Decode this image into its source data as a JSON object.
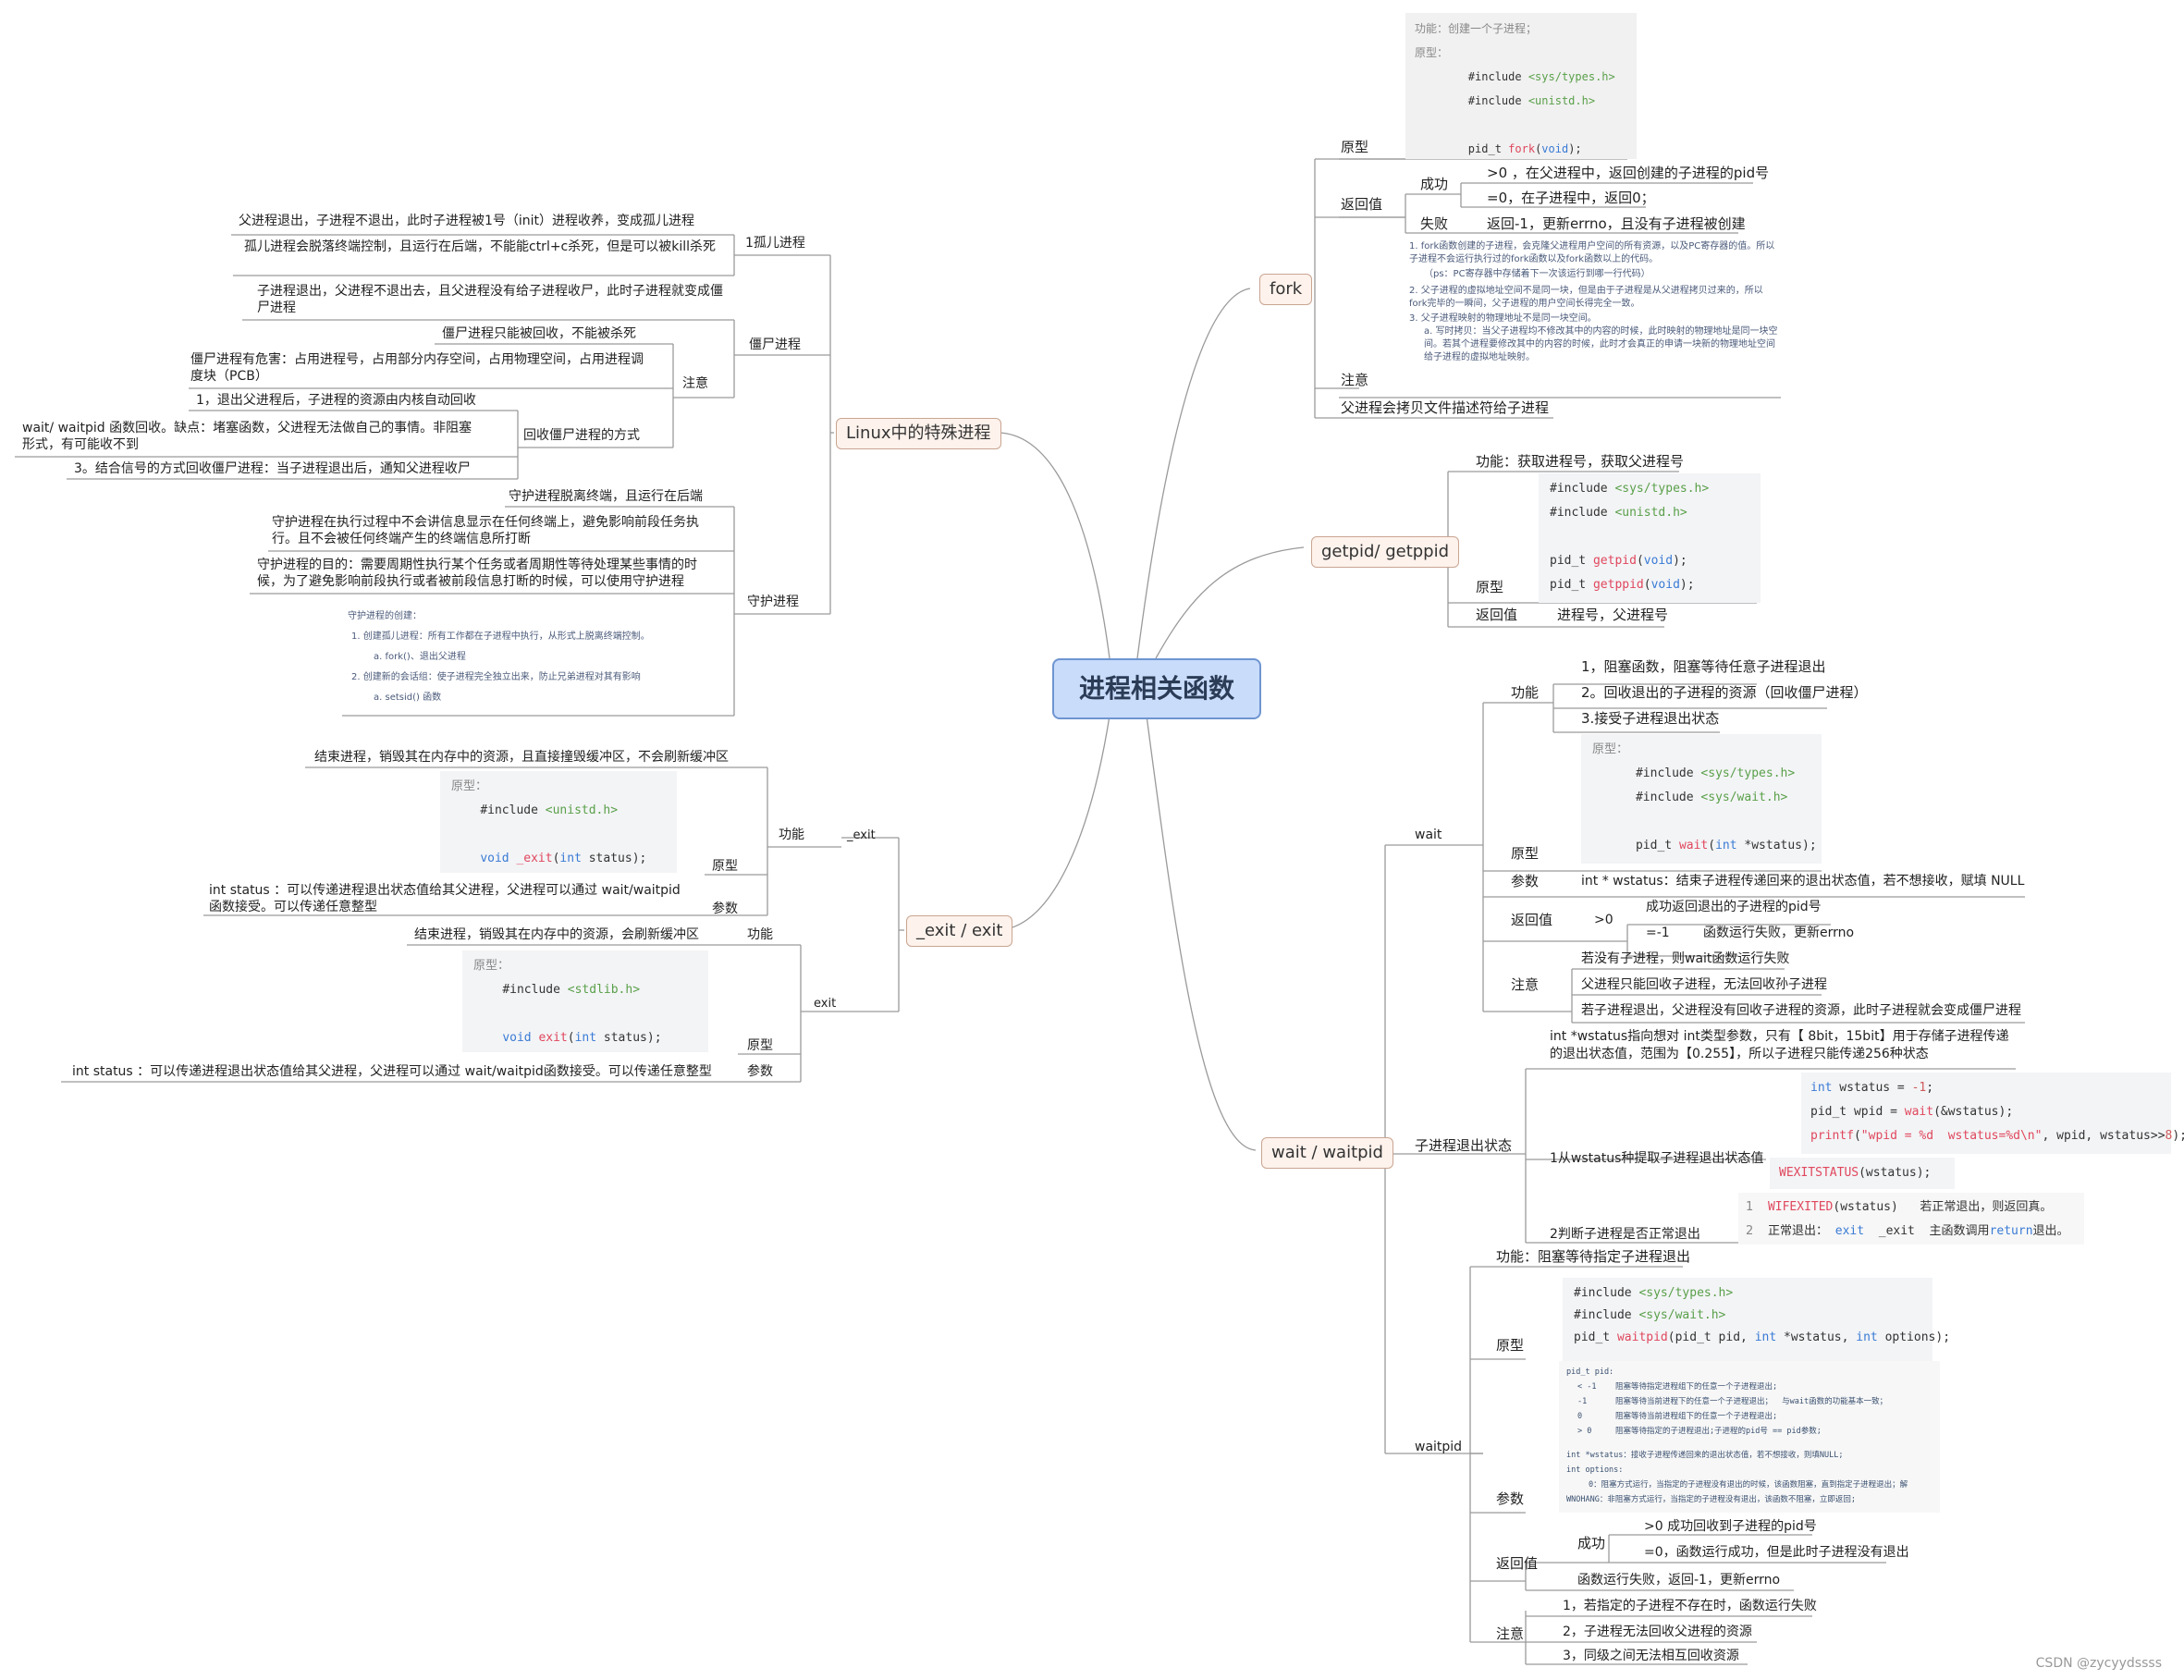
{
  "root": {
    "title": "进程相关函数"
  },
  "fork": {
    "label": "fork",
    "proto_box": {
      "func": "功能：创建一个子进程；",
      "proto": "原型：",
      "inc1": "#include ",
      "inc1_h": "<sys/types.h>",
      "inc2": "#include ",
      "inc2_h": "<unistd.h>",
      "sig_a": "pid_t ",
      "sig_fn": "fork",
      "sig_p": "(",
      "sig_v": "void",
      "sig_e": ");"
    },
    "proto_label": "原型",
    "retval_label": "返回值",
    "success_label": "成功",
    "success_1": ">0 ，在父进程中，返回创建的子进程的pid号",
    "success_2": "=0，在子进程中，返回0；",
    "fail_label": "失败",
    "fail_1": "返回-1，更新errno，且没有子进程被创建",
    "note_label": "注意",
    "notes": {
      "n1": "1. fork函数创建的子进程，会克隆父进程用户空间的所有资源，以及PC寄存器的值。所以子进程不会运行执行过的fork函数以及fork函数以上的代码。",
      "n1b": "（ps：PC寄存器中存储着下一次该运行到哪一行代码）",
      "n2": "2. 父子进程的虚拟地址空间不是同一块，但是由于子进程是从父进程拷贝过来的，所以fork完毕的一瞬间，父子进程的用户空间长得完全一致。",
      "n3": "3. 父子进程映射的物理地址不是同一块空间。",
      "n3a": "a. 写时拷贝：当父子进程均不修改其中的内容的时候，此时映射的物理地址是同一块空间。若其个进程要修改其中的内容的时候，此时才会真正的申请一块新的物理地址空间给子进程的虚拟地址映射。"
    },
    "copy_fd": "父进程会拷贝文件描述符给子进程"
  },
  "getpid": {
    "label": "getpid/ getppid",
    "func": "功能：获取进程号，获取父进程号",
    "code": {
      "inc1": "#include ",
      "inc1_h": "<sys/types.h>",
      "inc2": "#include ",
      "inc2_h": "<unistd.h>",
      "s1a": "pid_t ",
      "s1fn": "getpid",
      "s1v": "void",
      "s2a": "pid_t ",
      "s2fn": "getppid",
      "s2v": "void"
    },
    "proto_label": "原型",
    "retval_label": "返回值",
    "retval": "进程号，父进程号"
  },
  "wait": {
    "label": "wait / waitpid",
    "wait_label": "wait",
    "func_label": "功能",
    "func_1": "1，阻塞函数，阻塞等待任意子进程退出",
    "func_2": "2。回收退出的子进程的资源（回收僵尸进程）",
    "func_3": "3.接受子进程退出状态",
    "proto_label": "原型",
    "code": {
      "head": "原型：",
      "inc1": "#include ",
      "inc1_h": "<sys/types.h>",
      "inc2": "#include ",
      "inc2_h": "<sys/wait.h>",
      "sa": "pid_t ",
      "sfn": "wait",
      "sk": "int",
      "sb": " *wstatus);"
    },
    "param_label": "参数",
    "param": "int * wstatus：结束子进程传递回来的退出状态值，若不想接收，赋填 NULL",
    "retval_label": "返回值",
    "gt0": ">0",
    "ret_ok": "成功返回退出的子进程的pid号",
    "ret_m1": "=-1",
    "ret_fail": "函数运行失败，更新errno",
    "note_label": "注意",
    "note_1": "若没有子进程，则wait函数运行失败",
    "note_2": "父进程只能回收子进程，无法回收孙子进程",
    "note_3": "若子进程退出，父进程没有回收子进程的资源，此时子进程就会变成僵尸进程",
    "status_label": "子进程退出状态",
    "status_desc": "int *wstatus指向想对 int类型参数，只有【 8bit，15bit】用于存储子进程传递的退出状态值，范围为【0.255】，所以子进程只能传递256种状态",
    "extract_label": "1从wstatus种提取子进程退出状态值",
    "ex_code": {
      "l1a": "int",
      "l1b": " wstatus = ",
      "l1c": "-1",
      "l1d": ";",
      "l2a": "pid_t wpid = ",
      "l2b": "wait",
      "l2c": "(&wstatus);",
      "l3a": "printf",
      "l3b": "(",
      "l3c": "\"wpid = %d  wstatus=%d\\n\"",
      "l3d": ", wpid, wstatus>>",
      "l3e": "8",
      "l3f": ");"
    },
    "wexit": "WEXITSTATUS",
    "wexit_b": "(wstatus);",
    "judge_label": "2判断子进程是否正常退出",
    "judge_1n": "1",
    "judge_1a": "WIFEXITED",
    "judge_1b": "(wstatus)",
    "judge_1c": "若正常退出，则返回真。",
    "judge_2n": "2",
    "judge_2a": "正常退出：",
    "judge_2b": "exit",
    "judge_2c": "_exit",
    "judge_2d": "主函数调用",
    "judge_2e": "return",
    "judge_2f": "退出。",
    "waitpid_label": "waitpid",
    "wp_func": "功能：阻塞等待指定子进程退出",
    "wp_proto_label": "原型",
    "wp_code": {
      "inc1": "#include ",
      "inc1_h": "<sys/types.h>",
      "inc2": "#include ",
      "inc2_h": "<sys/wait.h>",
      "sa": "pid_t ",
      "sfn": "waitpid",
      "sb": "(pid_t pid, ",
      "sk1": "int",
      "sc": " *wstatus, ",
      "sk2": "int",
      "sd": " options);"
    },
    "wp_param_label": "参数",
    "wp_params": {
      "p0": "pid_t pid:",
      "p1": "< -1    阻塞等待指定进程组下的任意一个子进程退出;",
      "p2": "-1      阻塞等待当前进程下的任意一个子进程退出；  与wait函数的功能基本一致；",
      "p3": "0       阻塞等待当前进程组下的任意一个子进程退出;",
      "p4": "> 0     阻塞等待指定的子进程退出;子进程的pid号 == pid参数;",
      "p5": "int *wstatus：接收子进程传递回来的退出状态值，若不想接收，则填NULL;",
      "p6": "int options:",
      "p7": "0：阻塞方式运行，当指定的子进程没有退出的时候，该函数阻塞，直到指定子进程退出；解",
      "p8": "WNOHANG：非阻塞方式运行，当指定的子进程没有退出，该函数不阻塞，立即返回;"
    },
    "wp_ret_label": "返回值",
    "wp_succ_label": "成功",
    "wp_ret_1": ">0 成功回收到子进程的pid号",
    "wp_ret_2": "=0，函数运行成功，但是此时子进程没有退出",
    "wp_ret_3": "函数运行失败，返回-1，更新errno",
    "wp_note_label": "注意",
    "wp_note_1": "1，若指定的子进程不存在时，函数运行失败",
    "wp_note_2": "2，子进程无法回收父进程的资源",
    "wp_note_3": "3，同级之间无法相互回收资源"
  },
  "special": {
    "label": "Linux中的特殊进程",
    "orphan_label": "1孤儿进程",
    "orphan_1": "父进程退出，子进程不退出，此时子进程被1号（init）进程收养，变成孤儿进程",
    "orphan_2": "孤儿进程会脱落终端控制，且运行在后端，不能能ctrl+c杀死，但是可以被kill杀死",
    "zombie_label": "僵尸进程",
    "zombie_1": "子进程退出，父进程不退出去，且父进程没有给子进程收尸，此时子进程就变成僵尸进程",
    "zombie_note": "注意",
    "zombie_n1": "僵尸进程只能被回收，不能被杀死",
    "zombie_n2": "僵尸进程有危害：占用进程号，占用部分内存空间，占用物理空间，占用进程调度块（PCB）",
    "reclaim_label": "回收僵尸进程的方式",
    "reclaim_1": "1，退出父进程后，子进程的资源由内核自动回收",
    "reclaim_2": "wait/ waitpid 函数回收。缺点：堵塞函数，父进程无法做自己的事情。非阻塞形式，有可能收不到",
    "reclaim_3": "3。结合信号的方式回收僵尸进程：当子进程退出后，通知父进程收尸",
    "daemon_label": "守护进程",
    "daemon_1": "守护进程脱离终端，且运行在后端",
    "daemon_2": "守护进程在执行过程中不会讲信息显示在任何终端上，避免影响前段任务执行。且不会被任何终端产生的终端信息所打断",
    "daemon_3": "守护进程的目的：需要周期性执行某个任务或者周期性等待处理某些事情的时候，为了避免影响前段执行或者被前段信息打断的时候，可以使用守护进程",
    "daemon_box": {
      "h": "守护进程的创建：",
      "a": "1. 创建孤儿进程：所有工作都在子进程中执行，从形式上脱离终端控制。",
      "a1": "a. fork()、退出父进程",
      "b": "2. 创建新的会话组：使子进程完全独立出来，防止兄弟进程对其有影响",
      "b1": "a. setsid() 函数"
    }
  },
  "exit": {
    "label": "_exit / exit",
    "u_exit_label": "_exit",
    "func_label": "功能",
    "u_func": "结束进程，销毁其在内存中的资源，且直接撞毁缓冲区，不会刷新缓冲区",
    "u_code": {
      "h": "原型：",
      "inc": "#include ",
      "inc_h": "<unistd.h>",
      "va": "void ",
      "vfn": "_exit",
      "vk": "int",
      "vb": " status);"
    },
    "proto_label": "原型",
    "param_label": "参数",
    "u_param": "int status ：可以传递进程退出状态值给其父进程，父进程可以通过 wait/waitpid函数接受。可以传递任意整型",
    "exit_label": "exit",
    "e_func_label": "功能",
    "e_func": "结束进程，销毁其在内存中的资源，会刷新缓冲区",
    "e_code": {
      "h": "原型：",
      "inc": "#include ",
      "inc_h": "<stdlib.h>",
      "va": "void ",
      "vfn": "exit",
      "vk": "int",
      "vb": " status);"
    },
    "e_proto_label": "原型",
    "e_param_label": "参数",
    "e_param": "int status ：可以传递进程退出状态值给其父进程，父进程可以通过 wait/waitpid函数接受。可以传递任意整型"
  },
  "watermark": "CSDN @zycyydssss",
  "colors": {
    "root_fill": "#c9dcfa",
    "root_border": "#6f95d1",
    "branch_fill": "#fdf2ec",
    "branch_border": "#c9a591",
    "line": "#9a9a9a"
  }
}
